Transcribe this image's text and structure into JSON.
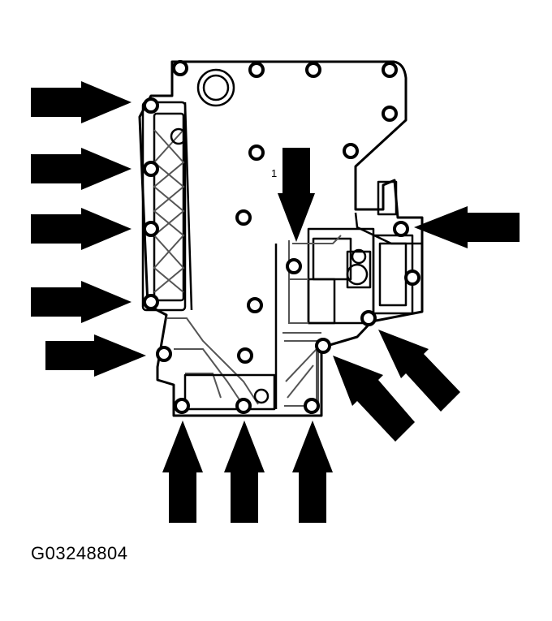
{
  "figure": {
    "callout_label": "1",
    "caption": "G03248804",
    "icons": [
      "bolt-location-arrow",
      "bolt-icon"
    ],
    "colors": {
      "ink": "#000000",
      "paper": "#ffffff"
    }
  }
}
